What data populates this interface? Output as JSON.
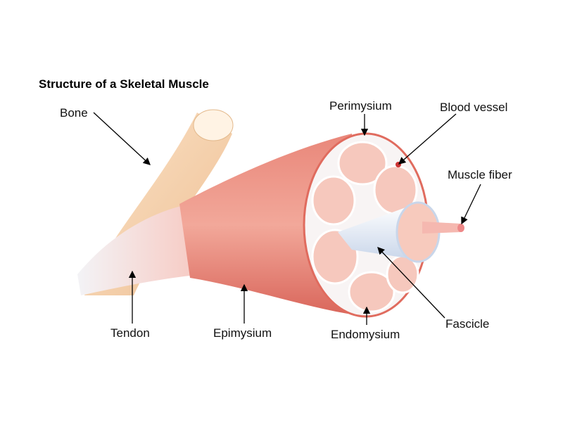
{
  "title": "Structure of a Skeletal Muscle",
  "labels": {
    "bone": "Bone",
    "perimysium": "Perimysium",
    "blood_vessel": "Blood vessel",
    "muscle_fiber": "Muscle fiber",
    "tendon": "Tendon",
    "epimysium": "Epimysium",
    "endomysium": "Endomysium",
    "fascicle": "Fascicle"
  }
}
